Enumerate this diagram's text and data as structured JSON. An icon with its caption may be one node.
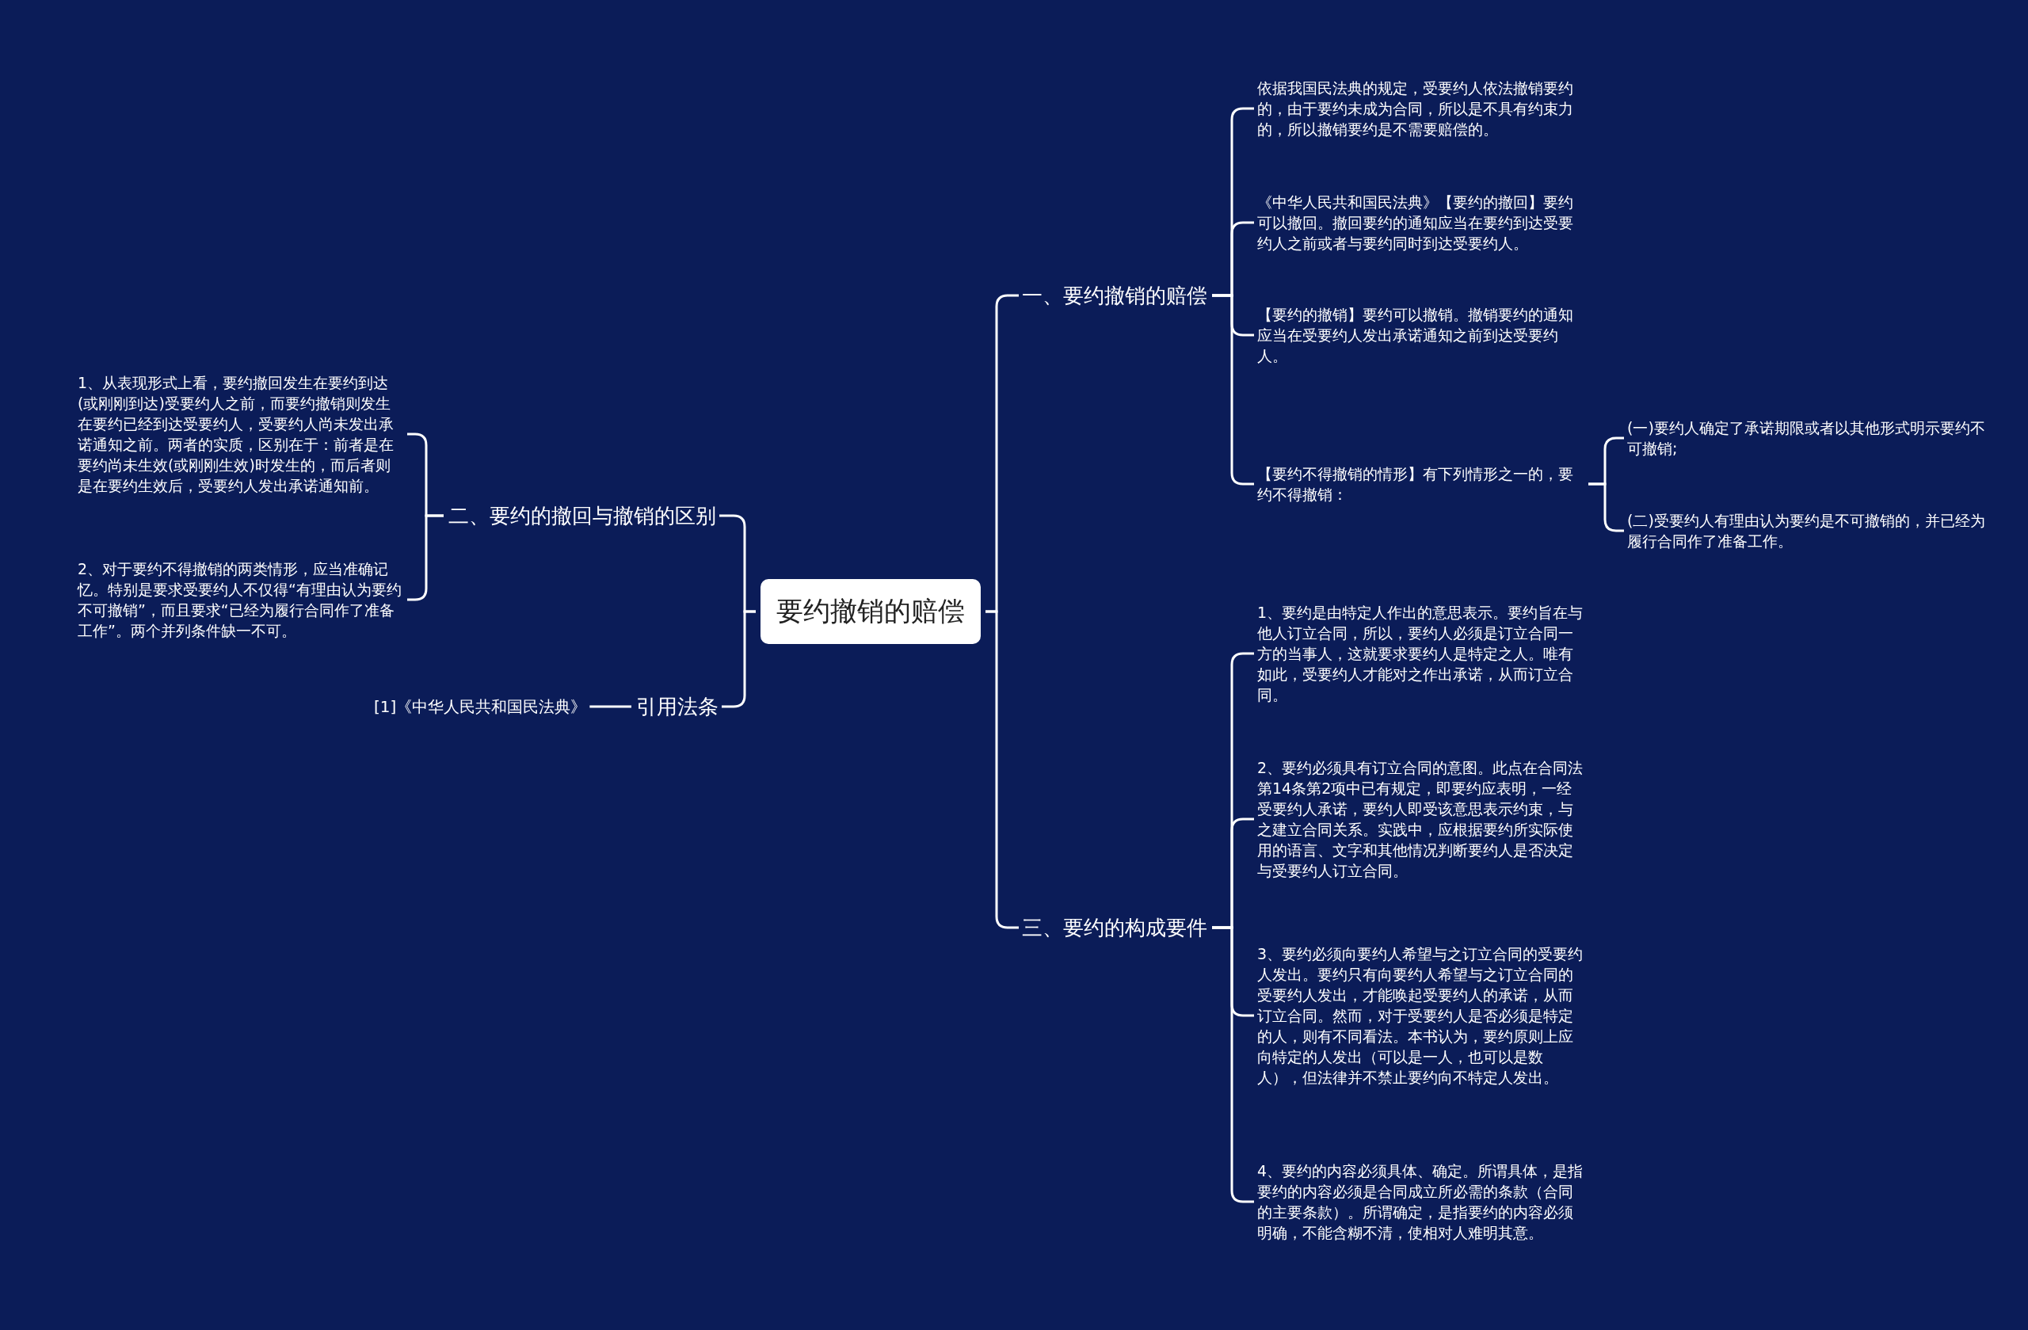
{
  "diagram": {
    "nodes": [
      {
        "text": [
          "要约撤销的赔偿"
        ]
      },
      {
        "text": [
          "一、要约撤销的赔偿"
        ]
      },
      {
        "text": [
          "依据我国民法典的规定，受要约人依法撤销要约的，由于要约未成为合同，所以是不具有约束力的，所以撤销要约是不需要赔偿的。"
        ]
      },
      {
        "text": [
          "《中华人民共和国民法典》【要约的撤回】要约可以撤回。撤回要约的通知应当在要约到达受要约人之前或者与要约同时到达受要约人。"
        ]
      },
      {
        "text": [
          "【要约的撤销】要约可以撤销。撤销要约的通知应当在受要约人发出承诺通知之前到达受要约人。"
        ]
      },
      {
        "text": [
          "【要约不得撤销的情形】有下列情形之一的，要约不得撤销："
        ]
      },
      {
        "text": [
          "(一)要约人确定了承诺期限或者以其他形式明示要约不可撤销;"
        ]
      },
      {
        "text": [
          "(二)受要约人有理由认为要约是不可撤销的，并已经为履行合同作了准备工作。"
        ]
      },
      {
        "text": [
          "三、要约的构成要件"
        ]
      },
      {
        "text": [
          "1、要约是由特定人作出的意思表示。要约旨在与他人订立合同，所以，要约人必须是订立合同一方的当事人，这就要求要约人是特定之人。唯有如此，受要约人才能对之作出承诺，从而订立合同。"
        ]
      },
      {
        "text": [
          "2、要约必须具有订立合同的意图。此点在合同法第14条第2项中已有规定，即要约应表明，一经受要约人承诺，要约人即受该意思表示约束，与之建立合同关系。实践中，应根据要约所实际使用的语言、文字和其他情况判断要约人是否决定与受要约人订立合同。"
        ]
      },
      {
        "text": [
          "3、要约必须向要约人希望与之订立合同的受要约人发出。要约只有向要约人希望与之订立合同的受要约人发出，才能唤起受要约人的承诺，从而订立合同。然而，对于受要约人是否必须是特定的人，则有不同看法。本书认为，要约原则上应向特定的人发出（可以是一人，也可以是数人），但法律并不禁止要约向不特定人发出。"
        ]
      },
      {
        "text": [
          "4、要约的内容必须具体、确定。所谓具体，是指要约的内容必须是合同成立所必需的条款（合同的主要条款）。所谓确定，是指要约的内容必须明确，不能含糊不清，使相对人难明其意。"
        ]
      },
      {
        "text": [
          "二、要约的撤回与撤销的区别"
        ]
      },
      {
        "text": [
          "1、从表现形式上看，要约撤回发生在要约到达(或刚刚到达)受要约人之前，而要约撤销则发生在要约已经到达受要约人，受要约人尚未发出承诺通知之前。两者的实质，区别在于：前者是在要约尚未生效(或刚刚生效)时发生的，而后者则是在要约生效后，受要约人发出承诺通知前。"
        ]
      },
      {
        "text": [
          "2、对于要约不得撤销的两类情形，应当准确记忆。特别是要求受要约人不仅得“有理由认为要约不可撤销”，而且要求“已经为履行合同作了准备工作”。两个并列条件缺一不可。"
        ]
      },
      {
        "text": [
          "引用法条"
        ]
      },
      {
        "text": [
          "[1]《中华人民共和国民法典》"
        ]
      }
    ],
    "edges": [
      {
        "from": 0,
        "to": 1,
        "arrow": "none"
      },
      {
        "from": 1,
        "to": 2,
        "arrow": "none"
      },
      {
        "from": 1,
        "to": 3,
        "arrow": "none"
      },
      {
        "from": 1,
        "to": 4,
        "arrow": "none"
      },
      {
        "from": 1,
        "to": 5,
        "arrow": "none"
      },
      {
        "from": 5,
        "to": 6,
        "arrow": "none"
      },
      {
        "from": 5,
        "to": 7,
        "arrow": "none"
      },
      {
        "from": 0,
        "to": 8,
        "arrow": "none"
      },
      {
        "from": 8,
        "to": 9,
        "arrow": "none"
      },
      {
        "from": 8,
        "to": 10,
        "arrow": "none"
      },
      {
        "from": 8,
        "to": 11,
        "arrow": "none"
      },
      {
        "from": 8,
        "to": 12,
        "arrow": "none"
      },
      {
        "from": 0,
        "to": 13,
        "arrow": "none"
      },
      {
        "from": 13,
        "to": 14,
        "arrow": "none"
      },
      {
        "from": 13,
        "to": 15,
        "arrow": "none"
      },
      {
        "from": 0,
        "to": 16,
        "arrow": "none"
      },
      {
        "from": 16,
        "to": 17,
        "arrow": "none"
      }
    ]
  }
}
